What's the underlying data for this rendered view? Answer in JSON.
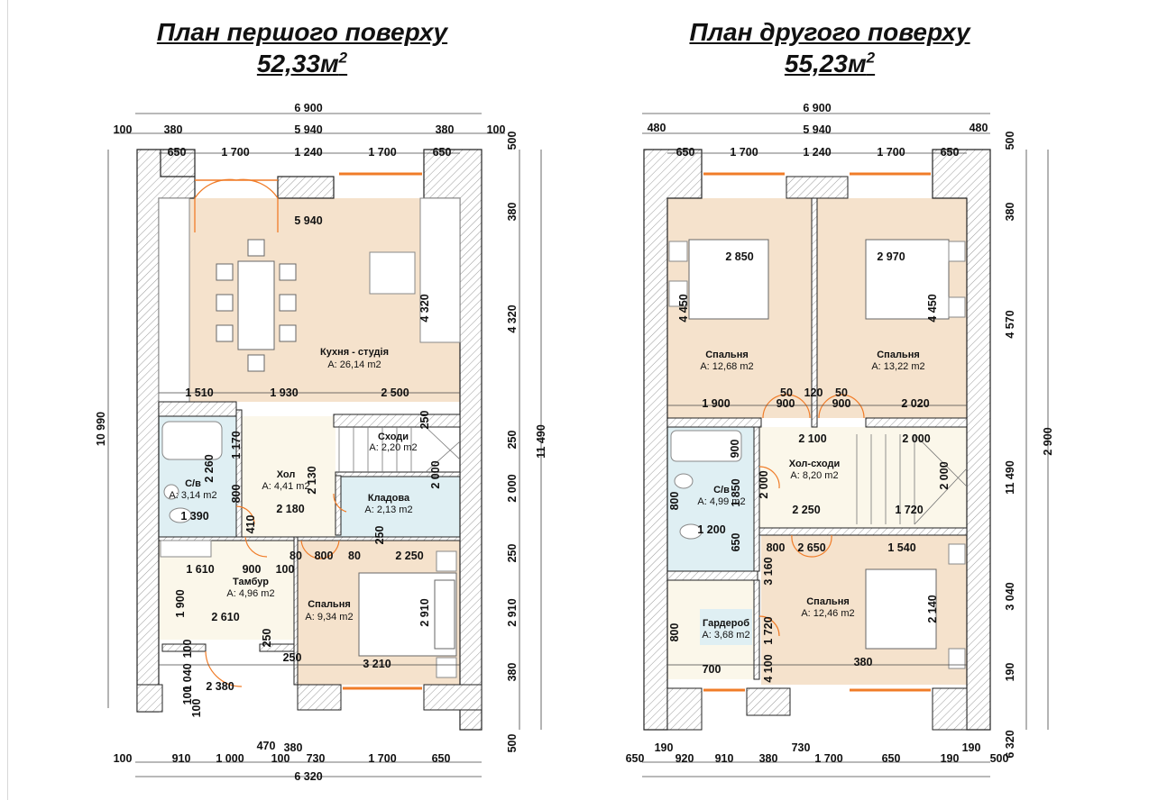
{
  "plan1": {
    "title": "План першого поверху",
    "area_value": "52,33м",
    "area_sup": "2",
    "rooms": [
      {
        "name": "Кухня - студія",
        "area": "A: 26,14 m2"
      },
      {
        "name": "Сходи",
        "area": "A: 2,20 m2"
      },
      {
        "name": "Хол",
        "area": "A: 4,41 m2"
      },
      {
        "name": "С/в",
        "area": "A: 3,14 m2"
      },
      {
        "name": "Кладова",
        "area": "A: 2,13 m2"
      },
      {
        "name": "Тамбур",
        "area": "A: 4,96 m2"
      },
      {
        "name": "Спальня",
        "area": "A: 9,34 m2"
      }
    ],
    "dims": [
      "6 900",
      "100",
      "380",
      "5 940",
      "380",
      "100",
      "650",
      "1 700",
      "1 240",
      "1 700",
      "650",
      "500",
      "5 940",
      "380",
      "4 320",
      "4 320",
      "1 510",
      "1 930",
      "2 500",
      "250",
      "1 170",
      "2 260",
      "2 130",
      "250",
      "2 000",
      "2 000",
      "10 990",
      "11 490",
      "800",
      "2 180",
      "1 390",
      "410",
      "250",
      "80",
      "800",
      "80",
      "2 250",
      "250",
      "1 610",
      "900",
      "100",
      "1 900",
      "2 610",
      "2 910",
      "2 910",
      "100",
      "250",
      "250",
      "100",
      "1 040",
      "100",
      "2 380",
      "3 210",
      "380",
      "470",
      "380",
      "100",
      "910",
      "1 000",
      "100",
      "730",
      "1 700",
      "650",
      "500",
      "6 320"
    ]
  },
  "plan2": {
    "title": "План другого поверху",
    "area_value": "55,23м",
    "area_sup": "2",
    "rooms": [
      {
        "name": "Спальня",
        "area": "A: 12,68 m2"
      },
      {
        "name": "Спальня",
        "area": "A: 13,22 m2"
      },
      {
        "name": "Хол-сходи",
        "area": "A: 8,20 m2"
      },
      {
        "name": "С/в",
        "area": "A: 4,99 m2"
      },
      {
        "name": "Гардероб",
        "area": "A: 3,68 m2"
      },
      {
        "name": "Спальня",
        "area": "A: 12,46 m2"
      }
    ],
    "dims": [
      "6 900",
      "480",
      "5 940",
      "480",
      "500",
      "650",
      "1 700",
      "1 240",
      "1 700",
      "650",
      "380",
      "2 850",
      "2 970",
      "4 450",
      "4 450",
      "4 570",
      "50",
      "120",
      "50",
      "1 900",
      "900",
      "900",
      "2 020",
      "2 100",
      "2 000",
      "900",
      "2 000",
      "2 000",
      "11 490",
      "2 900",
      "800",
      "1 850",
      "2 250",
      "1 720",
      "1 200",
      "650",
      "800",
      "2 650",
      "1 540",
      "3 160",
      "3 040",
      "2 140",
      "800",
      "1 720",
      "700",
      "4 100",
      "380",
      "190",
      "190",
      "650",
      "920",
      "910",
      "380",
      "730",
      "1 700",
      "650",
      "190",
      "190",
      "500",
      "6 320"
    ]
  },
  "colors": {
    "wall": "#ffffff",
    "hatch": "#9a9a9a",
    "floor_warm": "#f5e2cc",
    "floor_wet": "#dfeff3",
    "floor_light": "#fbf7ea",
    "window": "#f07c28"
  }
}
